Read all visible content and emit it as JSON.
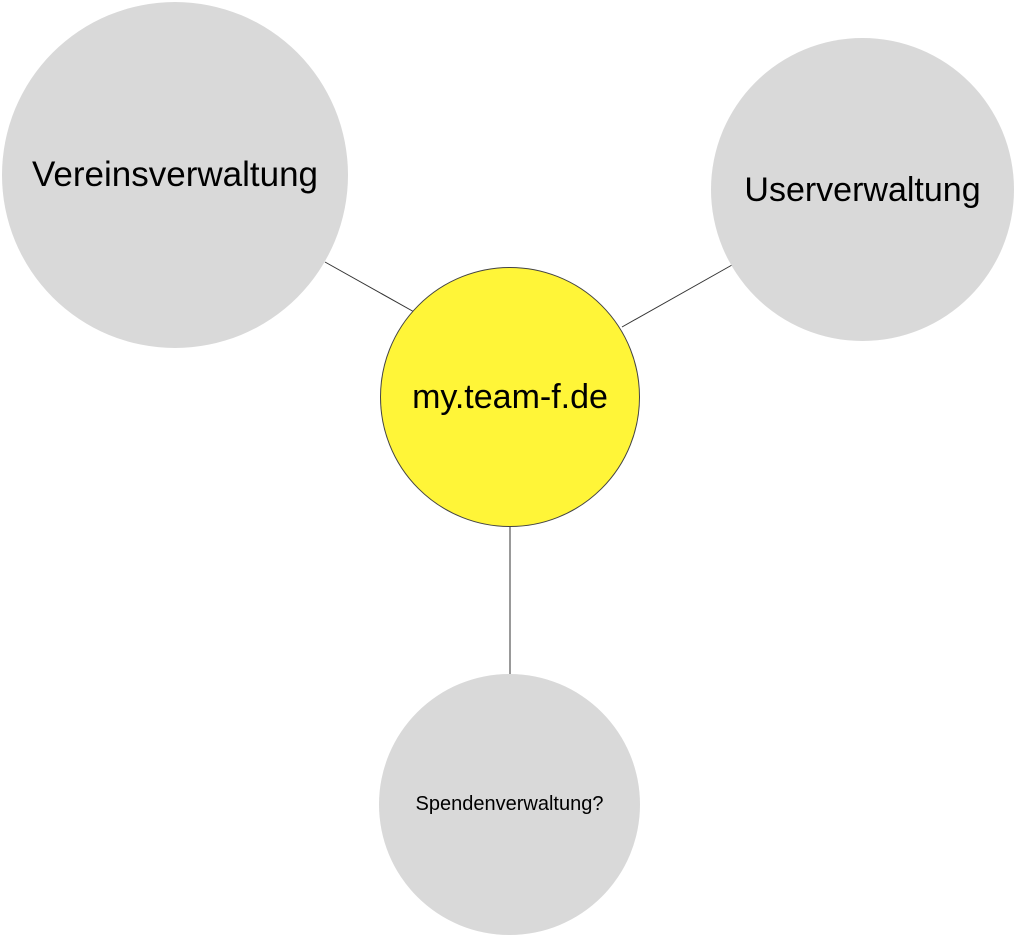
{
  "center": {
    "label": "my.team-f.de",
    "color": "#fff538"
  },
  "nodes": [
    {
      "label": "Vereinsverwaltung"
    },
    {
      "label": "Userverwaltung"
    },
    {
      "label": "Spendenverwaltung?"
    }
  ],
  "node_color": "#d9d9d9"
}
